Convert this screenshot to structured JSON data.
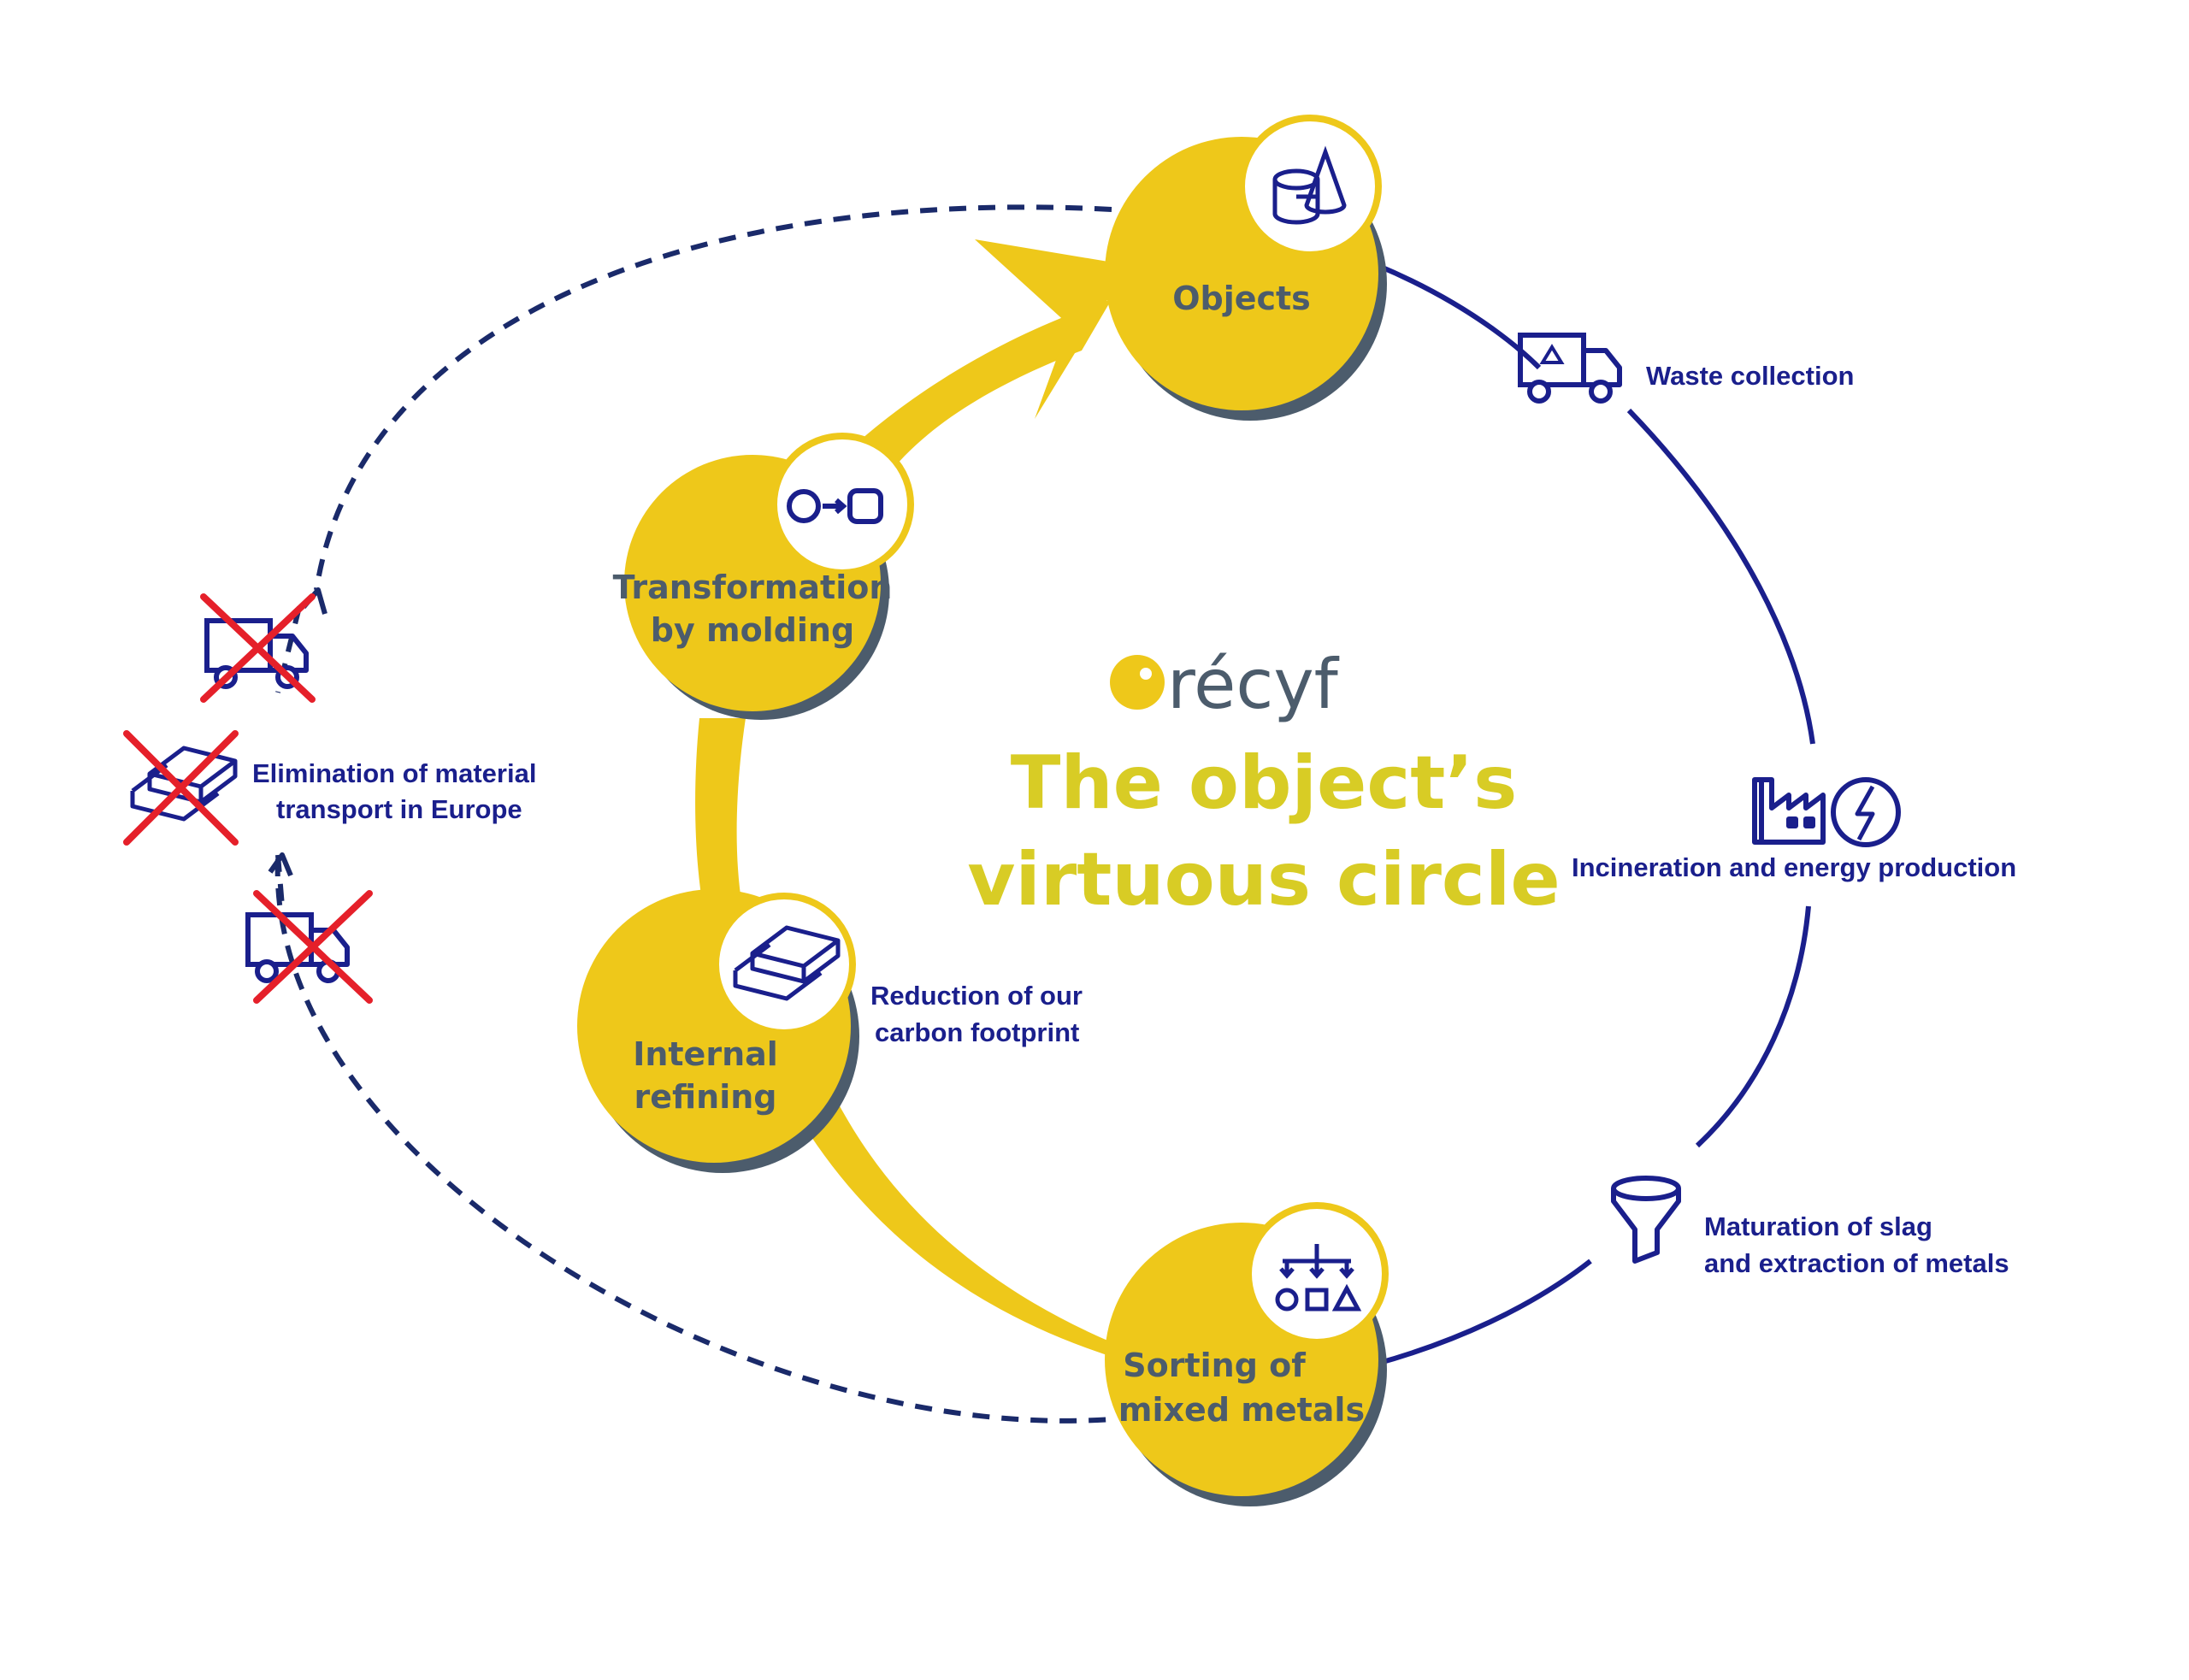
{
  "brand": {
    "logo_text": "récyf",
    "title_line1": "The object’s",
    "title_line2": "virtuous circle"
  },
  "nodes": {
    "objects": "Objects",
    "transformation_line1": "Transformation",
    "transformation_line2": "by molding",
    "refining_line1": "Internal",
    "refining_line2": "refining",
    "sorting_line1": "Sorting of",
    "sorting_line2": "mixed metals"
  },
  "steps": {
    "waste_collection": "Waste collection",
    "incineration": "Incineration and energy production",
    "maturation_line1": "Maturation of slag",
    "maturation_line2": "and extraction of metals",
    "carbon_line1": "Reduction of our",
    "carbon_line2": "carbon footprint",
    "elimination_line1": "Elimination of material",
    "elimination_line2": "transport in Europe"
  },
  "icons": {
    "objects": "shapes-icon",
    "transformation": "transform-icon",
    "refining": "gold-bars-icon",
    "sorting": "sorting-icon",
    "waste": "recycling-truck-icon",
    "incineration": "factory-energy-icon",
    "maturation": "funnel-icon",
    "crossed": [
      "crossed-truck-icon",
      "crossed-bars-icon",
      "crossed-truck-icon"
    ]
  },
  "colors": {
    "yellow": "#eec81a",
    "title_yellow": "#d8cc25",
    "navy": "#1a1f8c",
    "slate": "#4c5c6c",
    "red": "#e5202a"
  }
}
